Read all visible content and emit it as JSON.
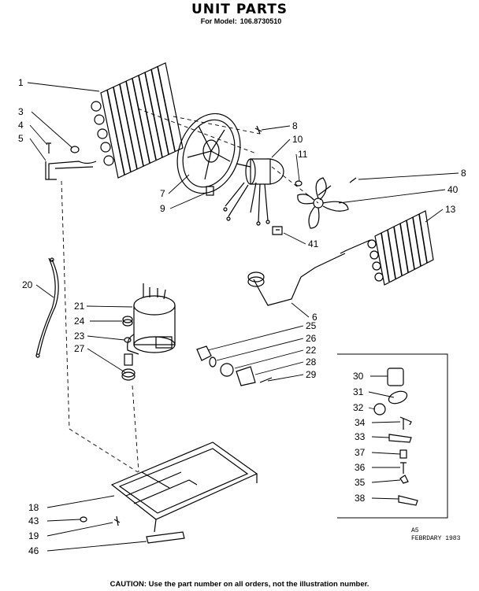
{
  "title": "UNIT PARTS",
  "model": {
    "label": "For Model:",
    "number": "106.8730510"
  },
  "callouts": [
    {
      "n": "1"
    },
    {
      "n": "3"
    },
    {
      "n": "4"
    },
    {
      "n": "5"
    },
    {
      "n": "8"
    },
    {
      "n": "10"
    },
    {
      "n": "11"
    },
    {
      "n": "7"
    },
    {
      "n": "9"
    },
    {
      "n": "8"
    },
    {
      "n": "40"
    },
    {
      "n": "13"
    },
    {
      "n": "41"
    },
    {
      "n": "20"
    },
    {
      "n": "21"
    },
    {
      "n": "6"
    },
    {
      "n": "24"
    },
    {
      "n": "25"
    },
    {
      "n": "23"
    },
    {
      "n": "26"
    },
    {
      "n": "27"
    },
    {
      "n": "22"
    },
    {
      "n": "28"
    },
    {
      "n": "29"
    },
    {
      "n": "30"
    },
    {
      "n": "31"
    },
    {
      "n": "32"
    },
    {
      "n": "34"
    },
    {
      "n": "33"
    },
    {
      "n": "37"
    },
    {
      "n": "36"
    },
    {
      "n": "35"
    },
    {
      "n": "38"
    },
    {
      "n": "18"
    },
    {
      "n": "43"
    },
    {
      "n": "19"
    },
    {
      "n": "46"
    }
  ],
  "stamp": {
    "line1": "A5",
    "line2": "FEBRDARY 1983"
  },
  "caution": "CAUTION: Use the part number on all orders, not the illustration number."
}
